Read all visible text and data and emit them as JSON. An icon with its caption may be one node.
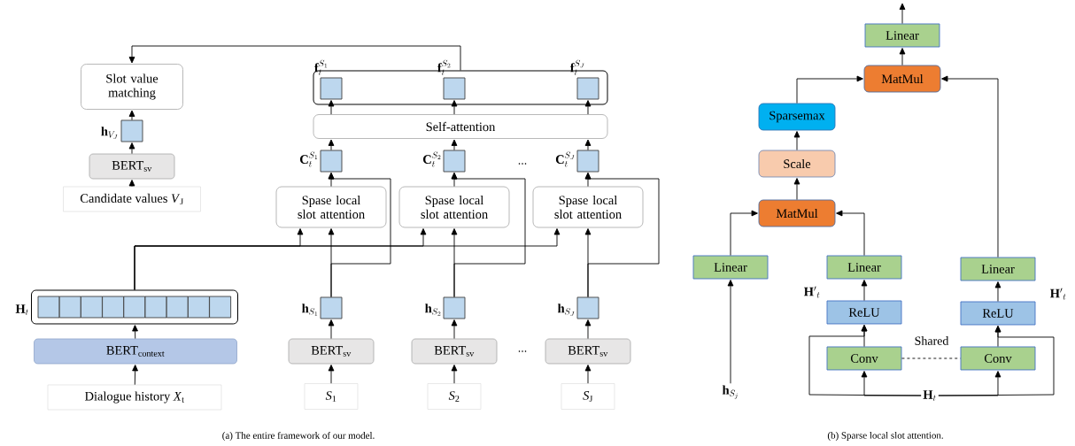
{
  "diagram": {
    "nodes": [
      {
        "text": [
          "Slot value matching"
        ]
      },
      {
        "text": [],
        "shape": "box",
        "beside": [
          "\\mathbf{h}_{V_J}"
        ]
      },
      {
        "text": [
          "BERT$_{sv}$"
        ]
      },
      {
        "text": [
          "Candidate values *V*$_{J}$"
        ]
      },
      {
        "text": [],
        "shape": "box",
        "beside": [
          "\\mathbf{H}_t"
        ]
      },
      {
        "text": [],
        "shape": "box",
        "in": 4
      },
      {
        "text": [],
        "shape": "box",
        "in": 4
      },
      {
        "text": [],
        "shape": "box",
        "in": 4
      },
      {
        "text": [],
        "shape": "box",
        "in": 4
      },
      {
        "text": [],
        "shape": "box",
        "in": 4
      },
      {
        "text": [],
        "shape": "box",
        "in": 4
      },
      {
        "text": [],
        "shape": "box",
        "in": 4
      },
      {
        "text": [],
        "shape": "box",
        "in": 4
      },
      {
        "text": [],
        "shape": "box",
        "in": 4
      },
      {
        "text": [
          "BERT$_{context}$"
        ]
      },
      {
        "text": [
          "Dialogue history *X*$_{t}$"
        ]
      },
      {
        "text": [],
        "shape": "box"
      },
      {
        "text": [],
        "shape": "box",
        "in": 16,
        "beside": [
          "\\mathbf{f}_t^{S_1}"
        ]
      },
      {
        "text": [],
        "shape": "box",
        "in": 16,
        "beside": [
          "\\mathbf{f}_t^{S_2}"
        ]
      },
      {
        "text": [],
        "shape": "box",
        "in": 16,
        "beside": [
          "\\mathbf{f}_t^{S_J}"
        ]
      },
      {
        "text": [
          "Self-attention"
        ]
      },
      {
        "text": [],
        "shape": "box",
        "beside": [
          "\\mathbf{C}_t^{S_1}"
        ]
      },
      {
        "text": [],
        "shape": "box",
        "beside": [
          "\\mathbf{C}_t^{S_2}"
        ]
      },
      {
        "text": [],
        "shape": "box",
        "beside": [
          "\\mathbf{C}_t^{S_J}"
        ]
      },
      {
        "text": [
          "Spase local slot attention"
        ]
      },
      {
        "text": [
          "Spase local slot attention"
        ]
      },
      {
        "text": [
          "Spase local slot attention"
        ]
      },
      {
        "text": [],
        "shape": "box",
        "beside": [
          "\\mathbf{h}_{S_1}"
        ]
      },
      {
        "text": [],
        "shape": "box",
        "beside": [
          "\\mathbf{h}_{S_2}"
        ]
      },
      {
        "text": [],
        "shape": "box",
        "beside": [
          "\\mathbf{h}_{S_J}"
        ]
      },
      {
        "text": [
          "BERT$_{sv}$"
        ]
      },
      {
        "text": [
          "BERT$_{sv}$"
        ]
      },
      {
        "text": [
          "BERT$_{sv}$"
        ]
      },
      {
        "text": [
          "*S*$_{1}$"
        ]
      },
      {
        "text": [
          "*S*$_{2}$"
        ]
      },
      {
        "text": [
          "*S*$_{J}$"
        ]
      },
      {
        "text": [
          "Linear"
        ]
      },
      {
        "text": [
          "MatMul"
        ]
      },
      {
        "text": [
          "Sparsemax"
        ]
      },
      {
        "text": [
          "Scale"
        ]
      },
      {
        "text": [
          "MatMul"
        ]
      },
      {
        "text": [
          "Linear"
        ]
      },
      {
        "text": [
          "Linear"
        ]
      },
      {
        "text": [
          "Linear"
        ]
      },
      {
        "text": [
          "ReLU"
        ],
        "beside": [
          "\\mathbf{H'}_t"
        ]
      },
      {
        "text": [
          "ReLU"
        ],
        "beside": [
          "\\mathbf{H'}_t"
        ]
      },
      {
        "text": [
          "Conv"
        ]
      },
      {
        "text": [
          "Conv"
        ]
      },
      {
        "text": [
          "\\mathbf{h}_{S_j}"
        ]
      },
      {
        "text": [
          "\\mathbf{H}_t"
        ]
      }
    ],
    "edges": [
      {
        "from": 3,
        "to": 2,
        "arrow": "to"
      },
      {
        "from": 2,
        "to": 1,
        "arrow": "to"
      },
      {
        "from": 1,
        "to": 0,
        "arrow": "to"
      },
      {
        "from": 15,
        "to": 14,
        "arrow": "to"
      },
      {
        "from": 14,
        "to": 4,
        "arrow": "to"
      },
      {
        "from": 33,
        "to": 30,
        "arrow": "to"
      },
      {
        "from": 34,
        "to": 31,
        "arrow": "to"
      },
      {
        "from": 35,
        "to": 32,
        "arrow": "to"
      },
      {
        "from": 30,
        "to": 27,
        "arrow": "to"
      },
      {
        "from": 31,
        "to": 28,
        "arrow": "to"
      },
      {
        "from": 32,
        "to": 29,
        "arrow": "to"
      },
      {
        "from": 27,
        "to": 24,
        "arrow": "to"
      },
      {
        "from": 28,
        "to": 25,
        "arrow": "to"
      },
      {
        "from": 29,
        "to": 26,
        "arrow": "to"
      },
      {
        "from": 27,
        "to": 21,
        "arrow": "to"
      },
      {
        "from": 28,
        "to": 22,
        "arrow": "to"
      },
      {
        "from": 29,
        "to": 23,
        "arrow": "to"
      },
      {
        "from": 24,
        "to": 21,
        "arrow": "to"
      },
      {
        "from": 25,
        "to": 22,
        "arrow": "to"
      },
      {
        "from": 26,
        "to": 23,
        "arrow": "to"
      },
      {
        "from": 4,
        "to": 24,
        "arrow": "to"
      },
      {
        "from": 4,
        "to": 25,
        "arrow": "to"
      },
      {
        "from": 4,
        "to": 26,
        "arrow": "to"
      },
      {
        "from": 21,
        "to": 20,
        "arrow": "to"
      },
      {
        "from": 22,
        "to": 20,
        "arrow": "to"
      },
      {
        "from": 23,
        "to": 20,
        "arrow": "to"
      },
      {
        "from": 20,
        "to": 17,
        "arrow": "to"
      },
      {
        "from": 20,
        "to": 18,
        "arrow": "to"
      },
      {
        "from": 20,
        "to": 19,
        "arrow": "to"
      },
      {
        "from": 16,
        "to": 0,
        "arrow": "to"
      },
      {
        "from": 48,
        "to": 41,
        "arrow": "to"
      },
      {
        "from": 41,
        "to": 40,
        "arrow": "to"
      },
      {
        "from": 42,
        "to": 40,
        "arrow": "to"
      },
      {
        "from": 40,
        "to": 39,
        "arrow": "to"
      },
      {
        "from": 39,
        "to": 38,
        "arrow": "to"
      },
      {
        "from": 38,
        "to": 37,
        "arrow": "to"
      },
      {
        "from": 43,
        "to": 37,
        "arrow": "to"
      },
      {
        "from": 37,
        "to": 36,
        "arrow": "to"
      },
      {
        "from": 36,
        "to": null,
        "arrow": "to"
      },
      {
        "from": 44,
        "to": 42,
        "arrow": "to"
      },
      {
        "from": 45,
        "to": 43,
        "arrow": "to"
      },
      {
        "from": 46,
        "to": 44,
        "arrow": "to"
      },
      {
        "from": 47,
        "to": 45,
        "arrow": "to"
      },
      {
        "from": 49,
        "to": 46,
        "arrow": "to"
      },
      {
        "from": 49,
        "to": 44,
        "arrow": "to"
      },
      {
        "from": 49,
        "to": 47,
        "arrow": "to"
      },
      {
        "from": 49,
        "to": 45,
        "arrow": "to"
      },
      {
        "from": 46,
        "to": 47,
        "arrow": "none",
        "style": "dashed"
      }
    ],
    "labels": [
      "...",
      "...",
      "Shared",
      "(a) The entire framework of our model.",
      "(b) Sparse local slot attention."
    ]
  }
}
